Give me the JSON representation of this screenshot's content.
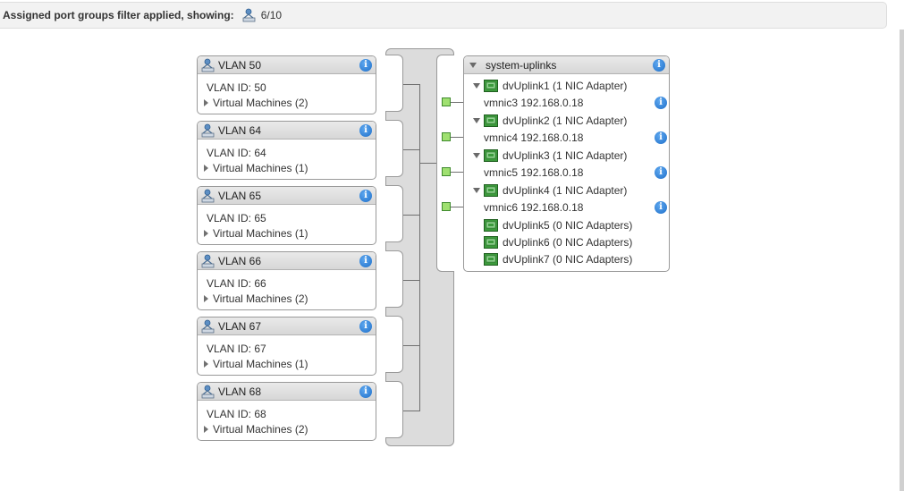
{
  "filter": {
    "label": "Assigned port groups filter applied, showing:",
    "count": "6/10"
  },
  "port_groups": [
    {
      "title": "VLAN 50",
      "vlan_id": "VLAN ID: 50",
      "vms": "Virtual Machines (2)"
    },
    {
      "title": "VLAN 64",
      "vlan_id": "VLAN ID: 64",
      "vms": "Virtual Machines (1)"
    },
    {
      "title": "VLAN 65",
      "vlan_id": "VLAN ID: 65",
      "vms": "Virtual Machines (1)"
    },
    {
      "title": "VLAN 66",
      "vlan_id": "VLAN ID: 66",
      "vms": "Virtual Machines (2)"
    },
    {
      "title": "VLAN 67",
      "vlan_id": "VLAN ID: 67",
      "vms": "Virtual Machines (1)"
    },
    {
      "title": "VLAN 68",
      "vlan_id": "VLAN ID: 68",
      "vms": "Virtual Machines (2)"
    }
  ],
  "uplinks": {
    "title": "system-uplinks",
    "items": [
      {
        "label": "dvUplink1 (1 NIC Adapter)",
        "vmnic": "vmnic3 192.168.0.18"
      },
      {
        "label": "dvUplink2 (1 NIC Adapter)",
        "vmnic": "vmnic4 192.168.0.18"
      },
      {
        "label": "dvUplink3 (1 NIC Adapter)",
        "vmnic": "vmnic5 192.168.0.18"
      },
      {
        "label": "dvUplink4 (1 NIC Adapter)",
        "vmnic": "vmnic6 192.168.0.18"
      },
      {
        "label": "dvUplink5 (0 NIC Adapters)"
      },
      {
        "label": "dvUplink6 (0 NIC Adapters)"
      },
      {
        "label": "dvUplink7 (0 NIC Adapters)"
      }
    ]
  },
  "icons": {
    "port_group": "network-port-group-icon",
    "info": "info-icon",
    "nic": "nic-adapter-icon"
  },
  "colors": {
    "info_blue": "#1f6fc9",
    "connector_green": "#9fe070",
    "nic_green": "#3c9a3c"
  }
}
